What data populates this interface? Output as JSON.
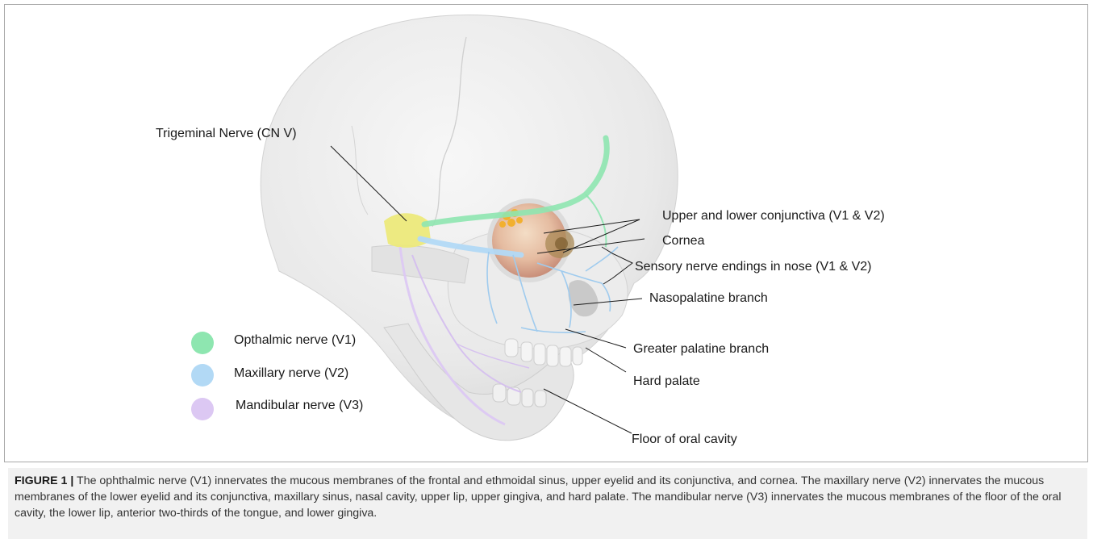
{
  "figure": {
    "labels": {
      "trigeminal": "Trigeminal Nerve (CN V)",
      "conjunctiva": "Upper and lower conjunctiva (V1 & V2)",
      "cornea": "Cornea",
      "nose": "Sensory nerve endings in nose (V1 & V2)",
      "nasopalatine": "Nasopalatine branch",
      "greater_palatine": "Greater palatine branch",
      "hard_palate": "Hard palate",
      "floor_oral": "Floor of oral cavity"
    },
    "legend": [
      {
        "label": "Opthalmic nerve (V1)",
        "color": "#8ee6b0"
      },
      {
        "label": "Maxillary nerve (V2)",
        "color": "#b2d9f5"
      },
      {
        "label": "Mandibular nerve (V3)",
        "color": "#dcc8f3"
      }
    ],
    "colors": {
      "v1": "#8ee6b0",
      "v2": "#b2d9f5",
      "v3": "#dcc8f3",
      "ganglion": "#ece97a",
      "skull": "#ededed"
    }
  },
  "caption": {
    "label": "FIGURE 1 |",
    "text": " The ophthalmic nerve (V1) innervates the mucous membranes of the frontal and ethmoidal sinus, upper eyelid and its conjunctiva, and cornea. The maxillary nerve (V2) innervates the mucous membranes of the lower eyelid and its conjunctiva, maxillary sinus, nasal cavity, upper lip, upper gingiva, and hard palate. The mandibular nerve (V3) innervates the mucous membranes of the floor of the oral cavity, the lower lip, anterior two-thirds of the tongue, and lower gingiva."
  }
}
